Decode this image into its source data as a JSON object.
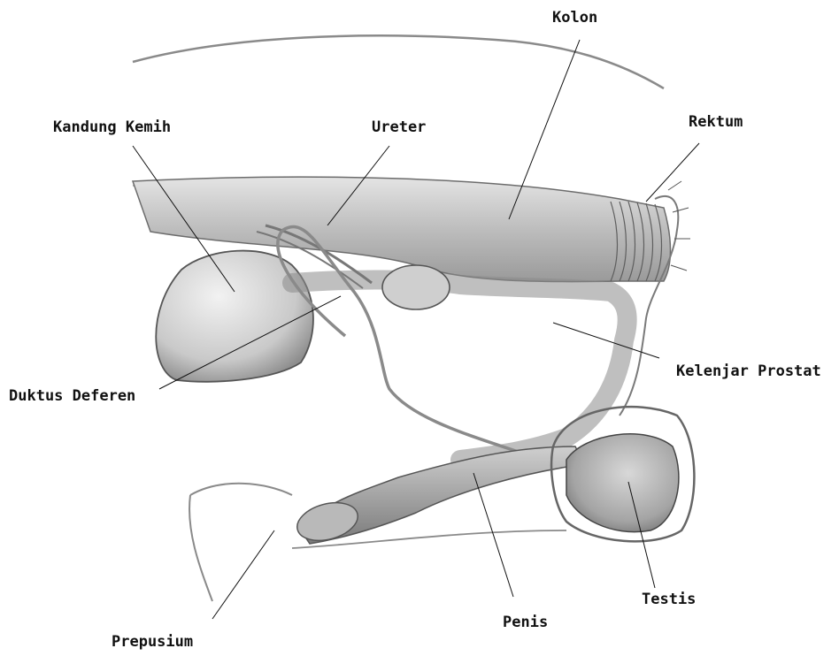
{
  "labels": {
    "kolon": "Kolon",
    "kandung_kemih": "Kandung Kemih",
    "ureter": "Ureter",
    "rektum": "Rektum",
    "kelenjar_prostat": "Kelenjar Prostat",
    "duktus_deferen": "Duktus Deferen",
    "testis": "Testis",
    "penis": "Penis",
    "prepusium": "Prepusium"
  },
  "colors": {
    "ink": "#111111",
    "organ_fill": "#d6d6d6",
    "organ_dark": "#a8a8a8",
    "background": "#ffffff"
  }
}
